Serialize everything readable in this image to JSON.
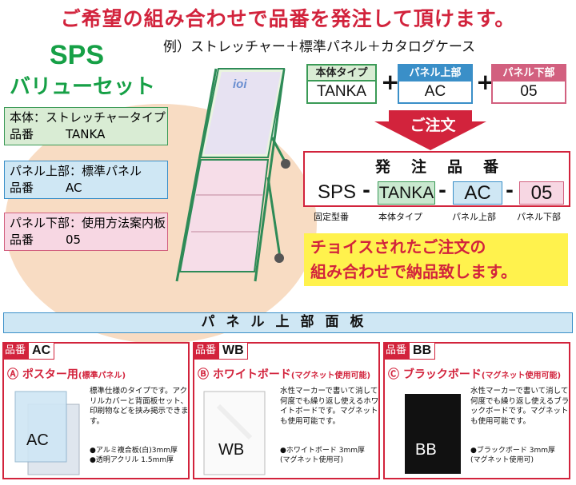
{
  "headline": "ご希望の組み合わせで品番を発注して頂けます。",
  "product": {
    "name": "SPS",
    "set": "バリューセット"
  },
  "spec_boxes": [
    {
      "line1_label": "本体：",
      "line1_value": "ストレッチャータイプ",
      "line2_label": "品番",
      "line2_value": "TANKA"
    },
    {
      "line1_label": "パネル上部：",
      "line1_value": "標準パネル",
      "line2_label": "品番",
      "line2_value": "AC"
    },
    {
      "line1_label": "パネル下部：",
      "line1_value": "使用方法案内板",
      "line2_label": "品番",
      "line2_value": "05"
    }
  ],
  "example": "例）ストレッチャー＋標準パネル＋カタログケース",
  "parts": [
    {
      "label": "本体タイプ",
      "value": "TANKA"
    },
    {
      "label": "パネル上部",
      "value": "AC"
    },
    {
      "label": "パネル下部",
      "value": "05"
    }
  ],
  "plus": "+",
  "order_label": "ご注文",
  "order": {
    "title": "発注品番",
    "codes": [
      "SPS",
      "TANKA",
      "AC",
      "05"
    ],
    "dash": "-",
    "labels": [
      "固定型番",
      "本体タイプ",
      "パネル上部",
      "パネル下部"
    ]
  },
  "choice": [
    "チョイスされたご注文の",
    "組み合わせで納品致します。"
  ],
  "panel_bar": "パネル上部面板",
  "cards": [
    {
      "badge": "品番",
      "code": "AC",
      "mark": "Ⓐ",
      "title": "ポスター用",
      "subtitle": "(標準パネル)",
      "desc": "標準仕様のタイプです。アクリルカバーと背面板セット、印刷物などを挟み掲示できます。",
      "spec1": "●アルミ複合板(白)3mm厚",
      "spec2": "●透明アクリル 1.5mm厚",
      "sample": "AC"
    },
    {
      "badge": "品番",
      "code": "WB",
      "mark": "Ⓑ",
      "title": "ホワイトボード",
      "subtitle": "(マグネット使用可能)",
      "desc": "水性マーカーで書いて消して何度でも繰り返し使えるホワイトボードです。マグネットも使用可能です。",
      "spec1": "●ホワイトボード 3mm厚",
      "spec2": "(マグネット使用可)",
      "sample": "WB"
    },
    {
      "badge": "品番",
      "code": "BB",
      "mark": "Ⓒ",
      "title": "ブラックボード",
      "subtitle": "(マグネット使用可能)",
      "desc": "水性マーカーで書いて消して何度でも繰り返し使えるブラックボードです。マグネットも使用可能です。",
      "spec1": "●ブラックボード 3mm厚",
      "spec2": "(マグネット使用可)",
      "sample": "BB"
    }
  ],
  "colors": {
    "red": "#d2233c",
    "green": "#16a046",
    "blue": "#3a8fc8",
    "pink": "#d2607f",
    "yellow": "#fff24d"
  }
}
